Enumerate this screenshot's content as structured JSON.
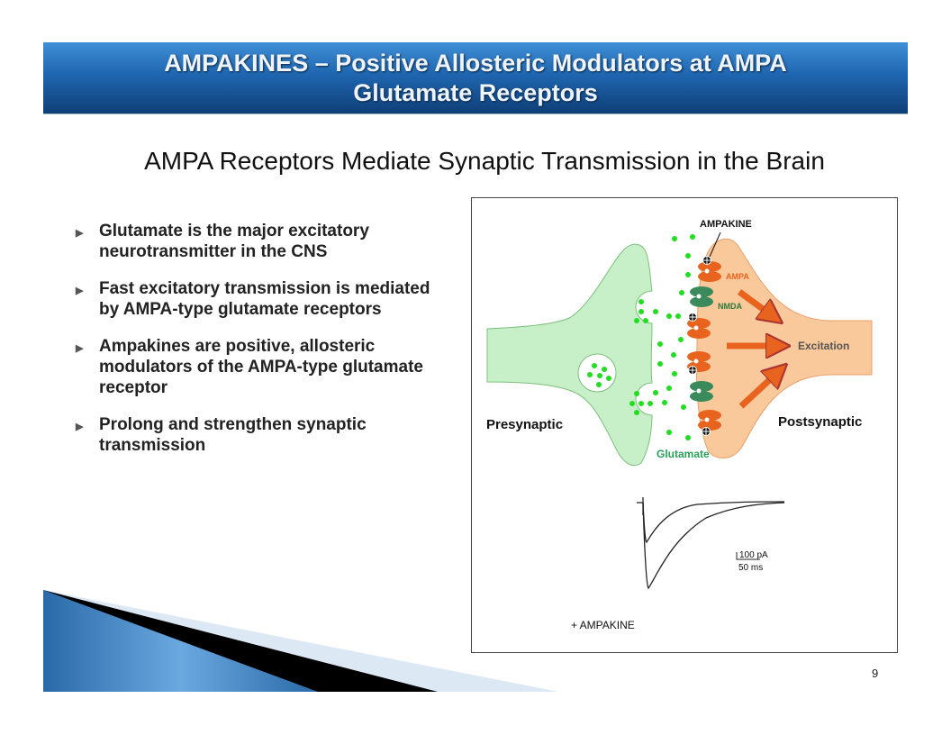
{
  "header": {
    "title_line1": "AMPAKINES – Positive Allosteric Modulators at AMPA",
    "title_line2": "Glutamate Receptors"
  },
  "subtitle": "AMPA Receptors Mediate Synaptic Transmission in the Brain",
  "bullets": [
    "Glutamate is the major excitatory neurotransmitter in the CNS",
    "Fast excitatory transmission is mediated by AMPA-type glutamate receptors",
    "Ampakines are positive, allosteric modulators of the AMPA-type glutamate receptor",
    "Prolong and strengthen synaptic transmission"
  ],
  "figure": {
    "ampakine_label": "AMPAKINE",
    "ampa_label": "AMPA",
    "nmda_label": "NMDA",
    "excitation_label": "Excitation",
    "presynaptic_label": "Presynaptic",
    "postsynaptic_label": "Postsynaptic",
    "glutamate_label": "Glutamate",
    "scale_current": "100 pA",
    "scale_time": "50 ms",
    "trace_label": "+ AMPAKINE",
    "colors": {
      "presynaptic": "#c8f0c8",
      "postsynaptic": "#f9c89b",
      "ampa": "#e8641e",
      "nmda": "#3a8a5c",
      "glutamate": "#22dd22"
    }
  },
  "page_number": "9"
}
